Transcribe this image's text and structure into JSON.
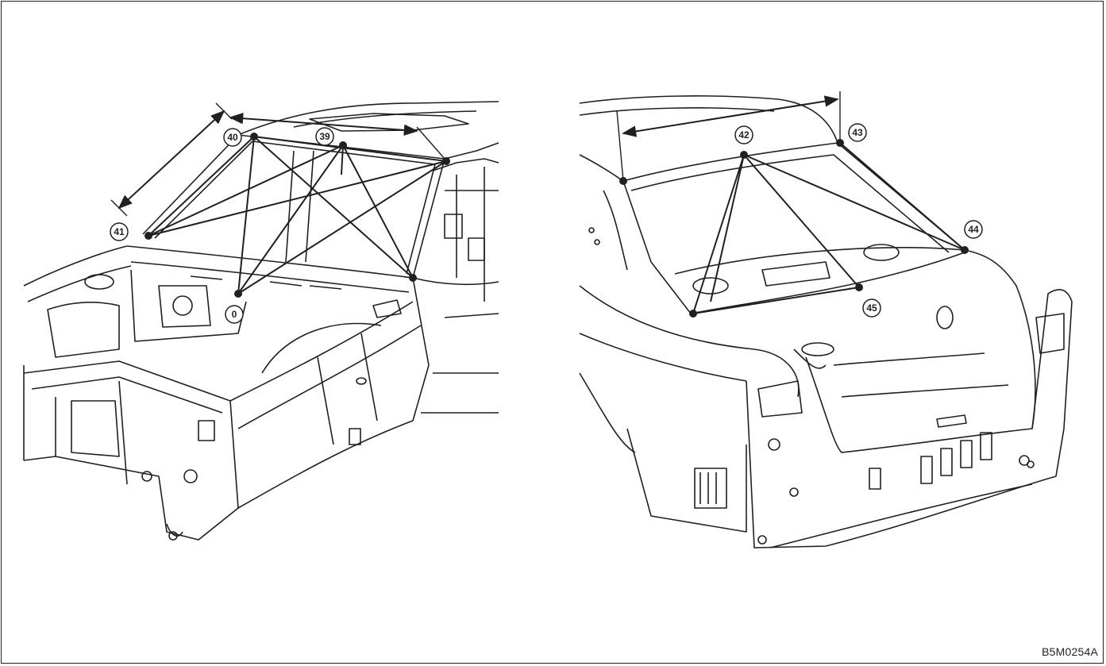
{
  "figure_ref": "B5M0254A",
  "colors": {
    "ink": "#231f20",
    "paper": "#ffffff"
  },
  "front_view": {
    "points": [
      {
        "label": "39"
      },
      {
        "label": "40"
      },
      {
        "label": "41"
      },
      {
        "label": "0"
      }
    ]
  },
  "rear_view": {
    "points": [
      {
        "label": "42"
      },
      {
        "label": "43"
      },
      {
        "label": "44"
      },
      {
        "label": "45"
      }
    ]
  }
}
